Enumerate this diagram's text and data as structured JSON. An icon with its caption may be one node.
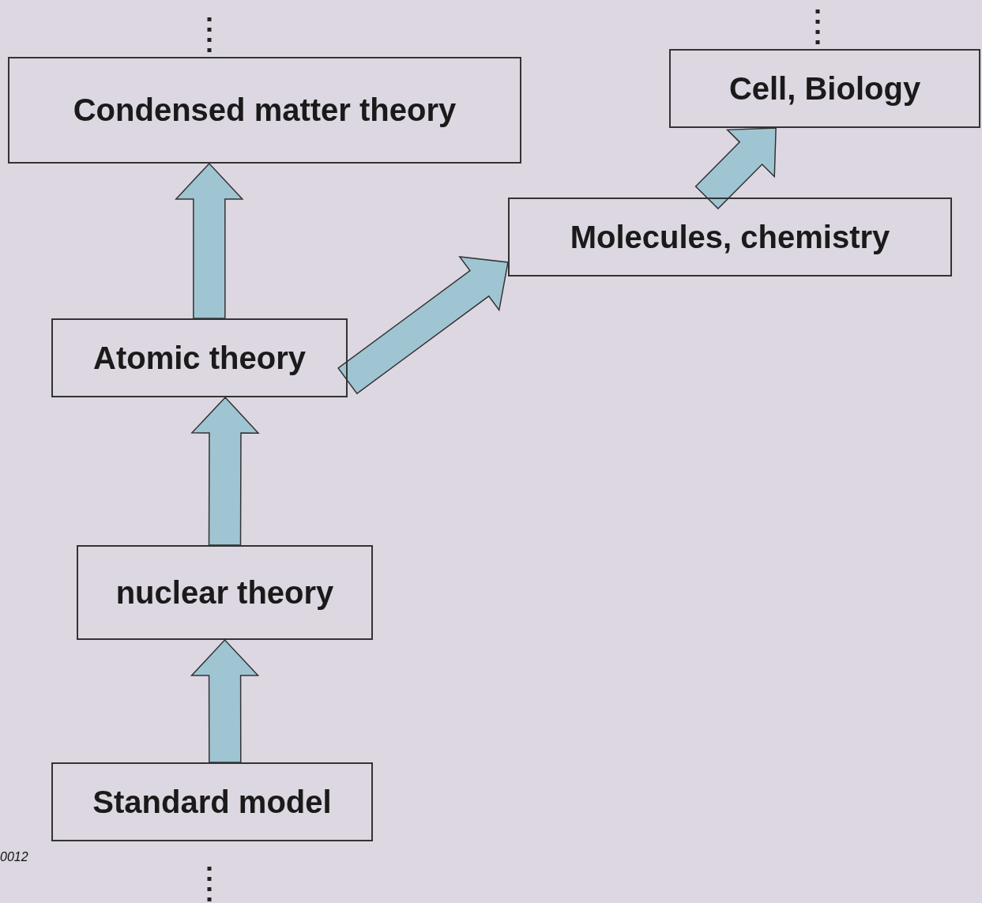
{
  "diagram": {
    "nodes": [
      {
        "text": [
          "Condensed matter theory"
        ]
      },
      {
        "text": [
          "Cell, Biology"
        ]
      },
      {
        "text": [
          "Molecules, chemistry"
        ]
      },
      {
        "text": [
          "Atomic theory"
        ]
      },
      {
        "text": [
          "nuclear theory"
        ]
      },
      {
        "text": [
          "Standard model"
        ]
      }
    ],
    "edges": [
      {
        "from": 5,
        "to": 4,
        "arrow": "to"
      },
      {
        "from": 4,
        "to": 3,
        "arrow": "to"
      },
      {
        "from": 3,
        "to": 0,
        "arrow": "to"
      },
      {
        "from": 3,
        "to": 2,
        "arrow": "to"
      },
      {
        "from": 2,
        "to": 1,
        "arrow": "to"
      }
    ],
    "labels": [
      "0012"
    ]
  }
}
